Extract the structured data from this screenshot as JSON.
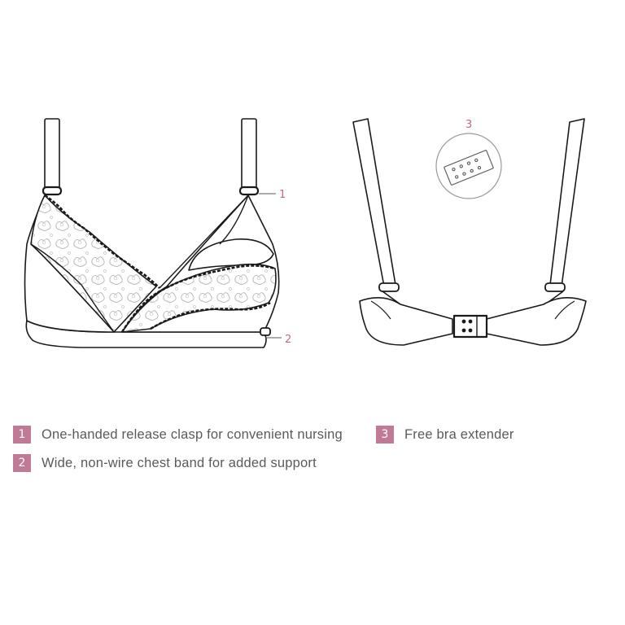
{
  "colors": {
    "accent": "#c07a98",
    "line": "#1a1a1a",
    "text": "#5a5a5a"
  },
  "callouts": [
    {
      "num": "1"
    },
    {
      "num": "2"
    },
    {
      "num": "3"
    }
  ],
  "legend": [
    {
      "num": "1",
      "text": "One-handed release clasp for convenient nursing"
    },
    {
      "num": "2",
      "text": "Wide, non-wire chest band for added support"
    },
    {
      "num": "3",
      "text": "Free bra extender"
    }
  ]
}
